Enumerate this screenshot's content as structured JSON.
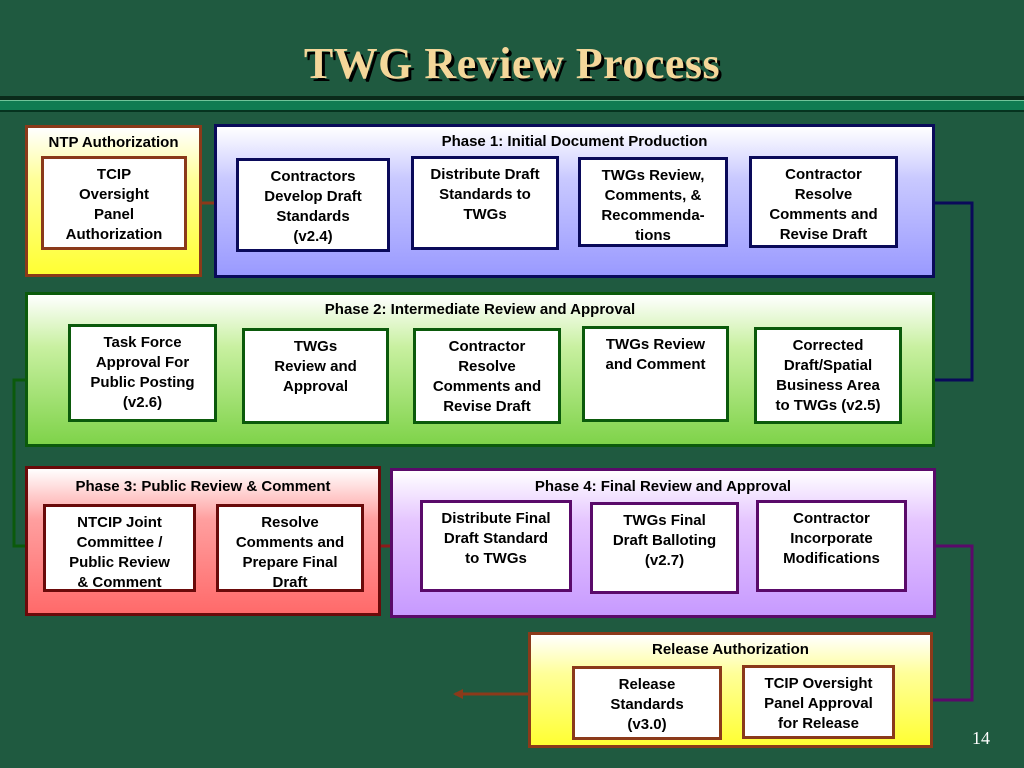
{
  "slide": {
    "title": "TWG Review Process",
    "page_number": "14"
  },
  "ntp": {
    "title": "NTP Authorization",
    "boxes": [
      "TCIP\nOversight\nPanel\nAuthorization"
    ]
  },
  "phase1": {
    "title": "Phase 1: Initial Document Production",
    "boxes": [
      "Contractors\nDevelop Draft\nStandards\n(v2.4)",
      "Distribute Draft\nStandards to\nTWGs",
      "TWGs Review,\nComments, &\nRecommenda-\ntions",
      "Contractor\nResolve\nComments and\nRevise Draft"
    ]
  },
  "phase2": {
    "title": "Phase 2: Intermediate Review and Approval",
    "boxes": [
      "Task Force\nApproval For\nPublic Posting\n(v2.6)",
      "TWGs\nReview and\nApproval",
      "Contractor\nResolve\nComments and\nRevise Draft",
      "TWGs Review\nand Comment",
      "Corrected\nDraft/Spatial\nBusiness Area\nto TWGs (v2.5)"
    ]
  },
  "phase3": {
    "title": "Phase 3: Public Review & Comment",
    "boxes": [
      "NTCIP Joint\nCommittee /\nPublic Review\n& Comment",
      "Resolve\nComments and\nPrepare Final\nDraft"
    ]
  },
  "phase4": {
    "title": "Phase 4: Final Review and Approval",
    "boxes": [
      "Distribute Final\nDraft Standard\nto TWGs",
      "TWGs Final\nDraft Balloting\n(v2.7)",
      "Contractor\nIncorporate\nModifications"
    ]
  },
  "release": {
    "title": "Release Authorization",
    "boxes": [
      "Release\nStandards\n(v3.0)",
      "TCIP Oversight\nPanel Approval\nfor Release"
    ]
  },
  "colors": {
    "background": "#1f5a40",
    "title": "#f4d79a",
    "brown": "#8b3a1a",
    "navy": "#0a0a5a",
    "green": "#0b5a0b",
    "red": "#6a0a0a",
    "purple": "#5a0a6a"
  }
}
